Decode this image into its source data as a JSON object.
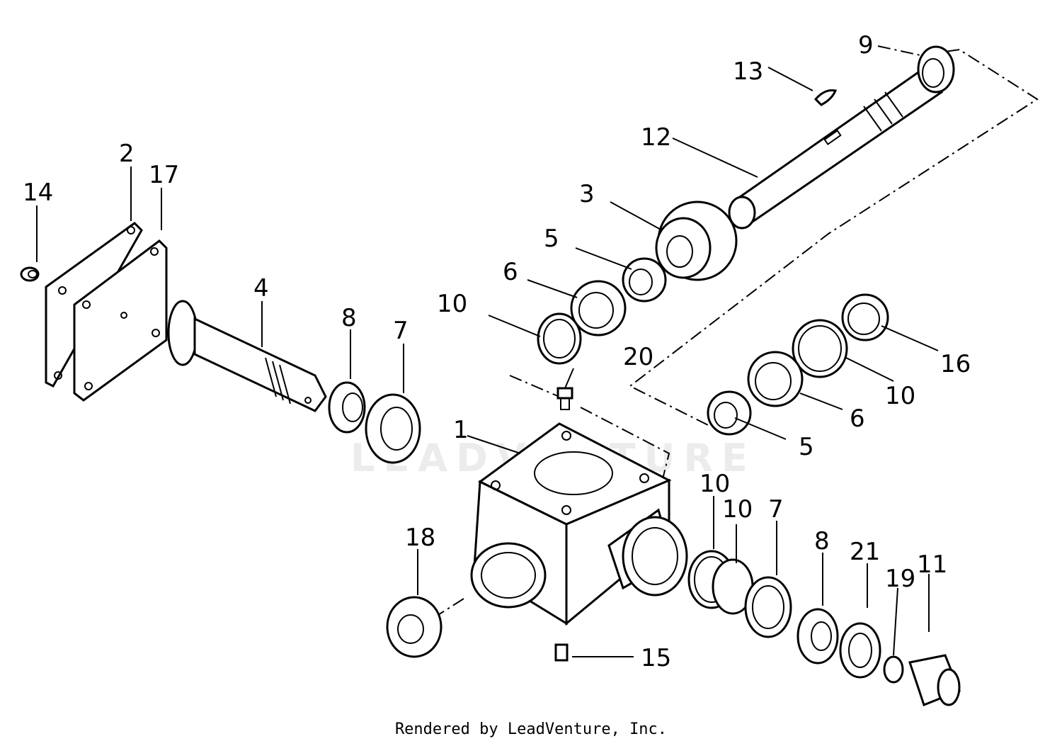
{
  "watermark": "LEADVENTURE",
  "footer": "Rendered by LeadVenture, Inc.",
  "callouts": [
    "1",
    "2",
    "3",
    "4",
    "5",
    "5",
    "6",
    "6",
    "7",
    "7",
    "8",
    "8",
    "9",
    "10",
    "10",
    "10",
    "10",
    "11",
    "12",
    "13",
    "14",
    "15",
    "16",
    "17",
    "18",
    "19",
    "20",
    "21"
  ]
}
